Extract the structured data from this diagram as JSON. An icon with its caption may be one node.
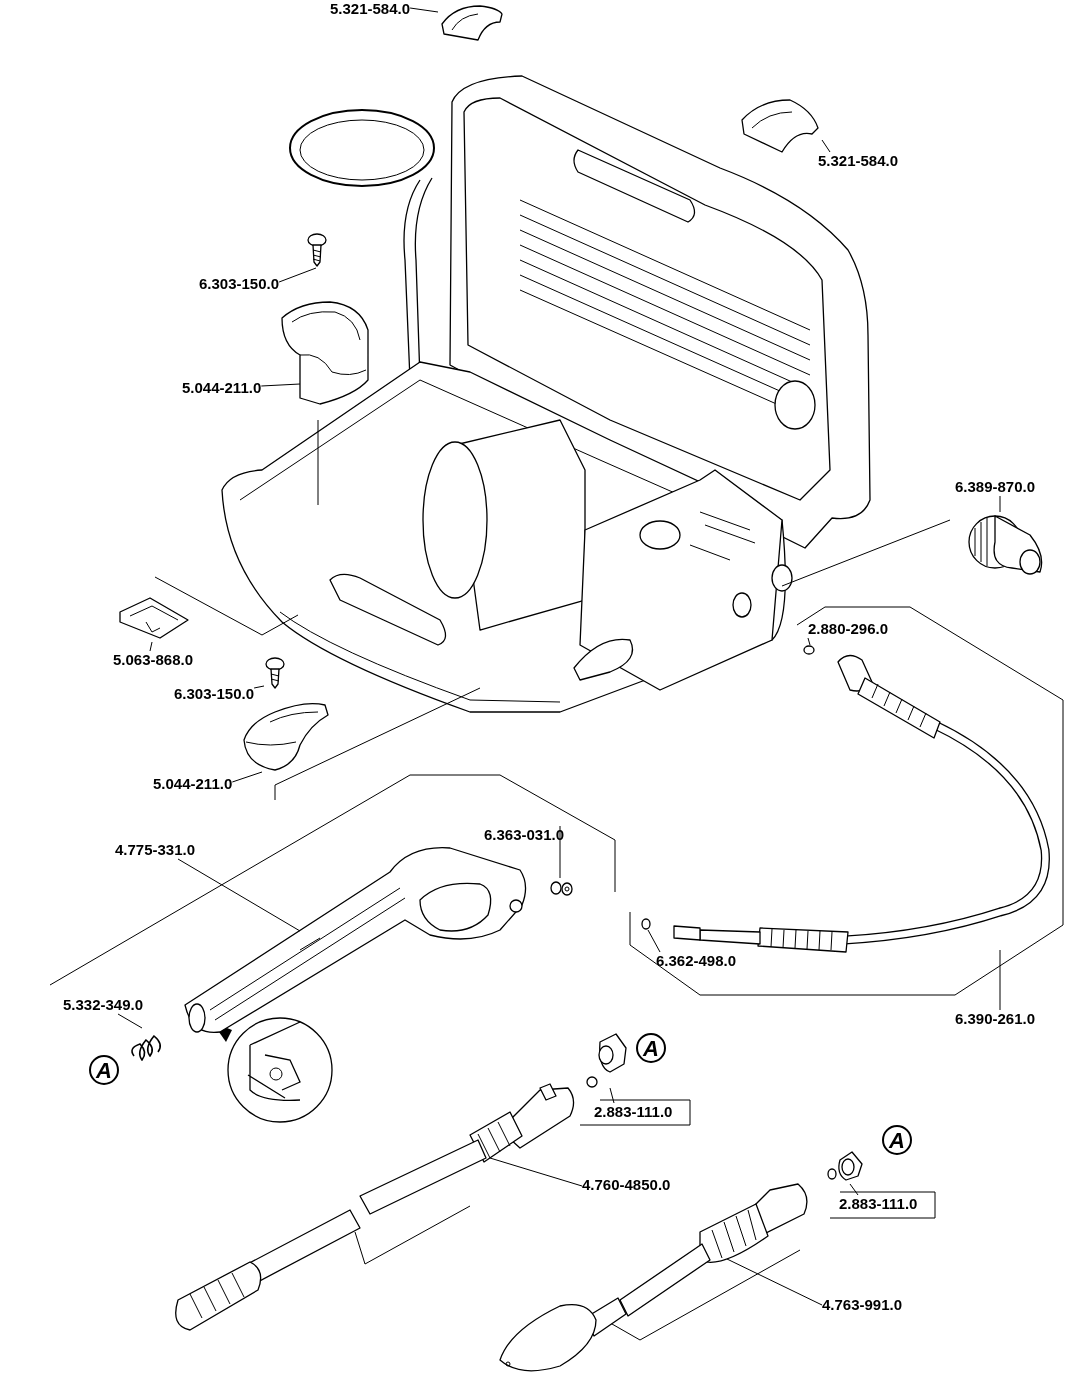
{
  "diagram": {
    "nodes": [
      {
        "text": [
          "5.321-584.0"
        ]
      },
      {
        "text": [],
        "shape": "picture"
      },
      {
        "text": [
          "5.321-584.0"
        ]
      },
      {
        "text": [],
        "shape": "picture"
      },
      {
        "text": [
          "6.303-150.0"
        ]
      },
      {
        "text": [],
        "shape": "picture"
      },
      {
        "text": [
          "5.044-211.0"
        ]
      },
      {
        "text": [],
        "shape": "picture"
      },
      {
        "text": [
          "5.063-868.0"
        ]
      },
      {
        "text": [],
        "shape": "picture"
      },
      {
        "text": [
          "6.303-150.0"
        ]
      },
      {
        "text": [],
        "shape": "picture"
      },
      {
        "text": [
          "5.044-211.0"
        ]
      },
      {
        "text": [],
        "shape": "picture"
      },
      {
        "text": [
          "6.389-870.0"
        ]
      },
      {
        "text": [],
        "shape": "picture"
      },
      {
        "text": [
          "2.880-296.0"
        ]
      },
      {
        "text": [],
        "shape": "circle"
      },
      {
        "text": [],
        "shape": "picture"
      },
      {
        "text": [
          "6.390-261.0"
        ]
      },
      {
        "text": [
          "6.362-498.0"
        ]
      },
      {
        "text": [],
        "shape": "circle"
      },
      {
        "text": [
          "6.363-031.0"
        ]
      },
      {
        "text": [],
        "shape": "picture"
      },
      {
        "text": [
          "4.775-331.0"
        ]
      },
      {
        "text": [],
        "shape": "picture"
      },
      {
        "text": [
          "5.332-349.0"
        ]
      },
      {
        "text": [],
        "shape": "picture"
      },
      {
        "text": [
          "2.883-111.0"
        ]
      },
      {
        "text": [],
        "shape": "picture"
      },
      {
        "text": [
          "4.760-4850.0"
        ]
      },
      {
        "text": [],
        "shape": "picture"
      },
      {
        "text": [
          "2.883-111.0"
        ]
      },
      {
        "text": [],
        "shape": "picture"
      },
      {
        "text": [
          "4.763-991.0"
        ]
      },
      {
        "text": [],
        "shape": "picture"
      }
    ],
    "edges": [
      {
        "from": 0,
        "to": 1,
        "arrow": "none"
      },
      {
        "from": 2,
        "to": 3,
        "arrow": "none"
      },
      {
        "from": 4,
        "to": 5,
        "arrow": "none"
      },
      {
        "from": 6,
        "to": 7,
        "arrow": "none"
      },
      {
        "from": 8,
        "to": 9,
        "arrow": "none"
      },
      {
        "from": 10,
        "to": 11,
        "arrow": "none"
      },
      {
        "from": 12,
        "to": 13,
        "arrow": "none"
      },
      {
        "from": 14,
        "to": 15,
        "arrow": "none"
      },
      {
        "from": 16,
        "to": 17,
        "arrow": "none"
      },
      {
        "from": 19,
        "to": 18,
        "arrow": "none"
      },
      {
        "from": 20,
        "to": 21,
        "arrow": "none"
      },
      {
        "from": 22,
        "to": 23,
        "arrow": "none"
      },
      {
        "from": 24,
        "to": 25,
        "arrow": "none"
      },
      {
        "from": 26,
        "to": 27,
        "arrow": "none"
      },
      {
        "from": 28,
        "to": 29,
        "arrow": "none"
      },
      {
        "from": 30,
        "to": 31,
        "arrow": "none"
      },
      {
        "from": 32,
        "to": 33,
        "arrow": "none"
      },
      {
        "from": 34,
        "to": 35,
        "arrow": "none"
      }
    ],
    "labels": [
      "A",
      "A",
      "A"
    ]
  }
}
